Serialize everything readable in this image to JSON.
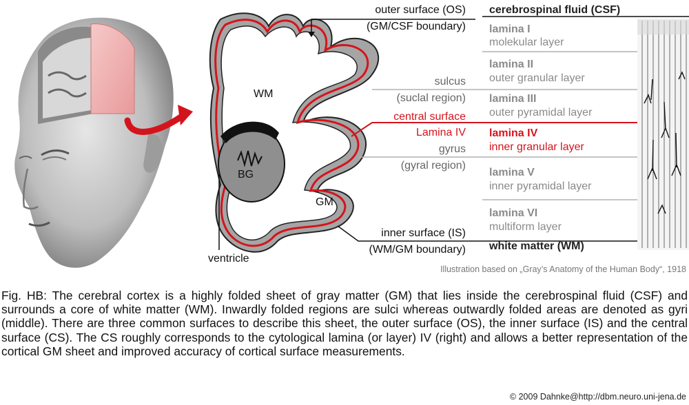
{
  "labels": {
    "outer_surface": "outer surface (OS)",
    "gm_csf": "(GM/CSF boundary)",
    "sulcus": "sulcus",
    "suclal_region": "(suclal region)",
    "central_surface": "central surface",
    "lamina_iv_label": "Lamina IV",
    "gyrus": "gyrus",
    "gyral_region": "(gyral region)",
    "inner_surface": "inner surface (IS)",
    "wm_gm": "(WM/GM boundary)",
    "ventricle": "ventricle",
    "wm": "WM",
    "bg": "BG",
    "gm": "GM"
  },
  "laminae": {
    "csf": "cerebrospinal fluid (CSF)",
    "l1_title": "lamina I",
    "l1_sub": "molekular layer",
    "l2_title": "lamina II",
    "l2_sub": "outer granular layer",
    "l3_title": "lamina III",
    "l3_sub": "outer pyramidal layer",
    "l4_title": "lamina IV",
    "l4_sub": "inner granular layer",
    "l5_title": "lamina  V",
    "l5_sub": "inner pyramidal layer",
    "l6_title": "lamina VI",
    "l6_sub": "multiform layer",
    "wm": "white matter (WM)"
  },
  "credit": "Illustration based on „Gray’s Anatomy of  the Human Body“, 1918",
  "caption": "Fig. HB: The cerebral cortex is a highly folded sheet of gray matter (GM) that lies inside the cerebrospinal fluid (CSF) and surrounds a core of white matter (WM). Inwardly folded regions are sulci whereas outwardly folded areas are denoted as gyri (middle). There are three common surfaces to describe this sheet, the outer surface (OS), the inner surface (IS) and the central surface (CS). The CS roughly corresponds to the cytological lamina (or layer) IV (right) and allows a better representation of the cortical GM sheet and improved accuracy of cortical surface measurements.",
  "copyright": "© 2009 Dahnke@http://dbm.neuro.uni-jena.de",
  "colors": {
    "red": "#d4141c",
    "gray_matter": "#9a9a9a",
    "line_gray": "#b0b0b0"
  }
}
